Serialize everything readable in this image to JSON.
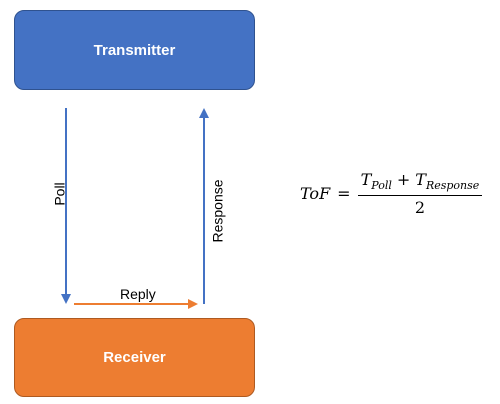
{
  "nodes": {
    "transmitter": "Transmitter",
    "receiver": "Receiver"
  },
  "edges": {
    "poll": "Poll",
    "response": "Response",
    "reply": "Reply"
  },
  "formula": {
    "lhs": "ToF",
    "equals": "=",
    "t1": "T",
    "t1_sub": "Poll",
    "plus": "+",
    "t2": "T",
    "t2_sub": "Response",
    "denominator": "2"
  },
  "colors": {
    "transmitter_fill": "#4472c4",
    "receiver_fill": "#ed7d31",
    "blue_arrow": "#4472c4",
    "orange_arrow": "#ed7d31"
  }
}
